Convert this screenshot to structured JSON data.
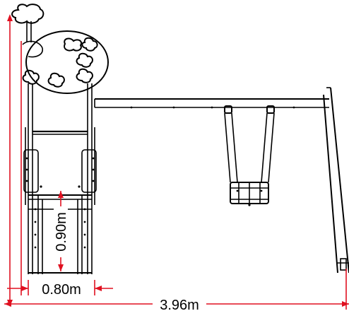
{
  "dimensions": {
    "overall_width": "3.96m",
    "slide_width": "0.80m",
    "slide_height": "0.90m"
  },
  "colors": {
    "dimension_line": "#e01020",
    "outline": "#000000",
    "background": "#ffffff"
  },
  "icons": [
    "cloud-topper-icon",
    "cloud-icon"
  ]
}
